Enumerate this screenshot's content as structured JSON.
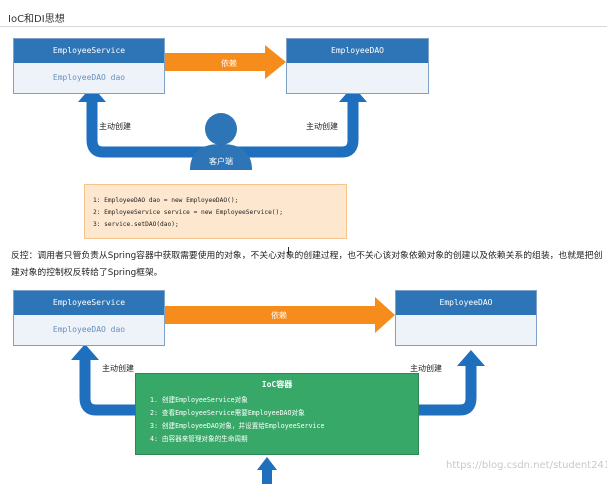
{
  "page_title": "IoC和DI思想",
  "diagram1": {
    "service_header": "EmployeeService",
    "service_body": "EmployeeDAO dao",
    "dao_header": "EmployeeDAO",
    "depends_label": "依赖",
    "left_label": "主动创建",
    "right_label": "主动创建",
    "client_label": "客户端",
    "code_lines": [
      "1: EmployeeDAO dao = new EmployeeDAO();",
      "2: EmployeeService service  = new EmployeeService();",
      "3: service.setDAO(dao);"
    ]
  },
  "paragraph_text": "反控：调用者只管负责从Spring容器中获取需要使用的对象，不关心对象的创建过程，也不关心该对象依赖对象的创建以及依赖关系的组装，也就是把创建对象的控制权反转给了Spring框架。",
  "diagram2": {
    "service_header": "EmployeeService",
    "service_body": "EmployeeDAO dao",
    "dao_header": "EmployeeDAO",
    "depends_label": "依赖",
    "left_label": "主动创建",
    "right_label": "主动创建",
    "ioc_title": "IoC容器",
    "ioc_lines": [
      "1. 创建EmployeeService对象",
      "2: 查看EmployeeService需要EmployeeDAO对象",
      "3: 创建EmployeeDAO对象，并设置给EmployeeService",
      "4: 由容器来管理对象的生命周期"
    ]
  },
  "watermark": "https://blog.csdn.net/student241",
  "colors": {
    "box_header": "#2d75b6",
    "box_body": "#eef3fa",
    "depends_arrow": "#f58c1b",
    "create_arrow": "#1e6fbe",
    "client": "#2d75b6",
    "code_box": "#fde7cf",
    "ioc_box": "#37a868"
  }
}
